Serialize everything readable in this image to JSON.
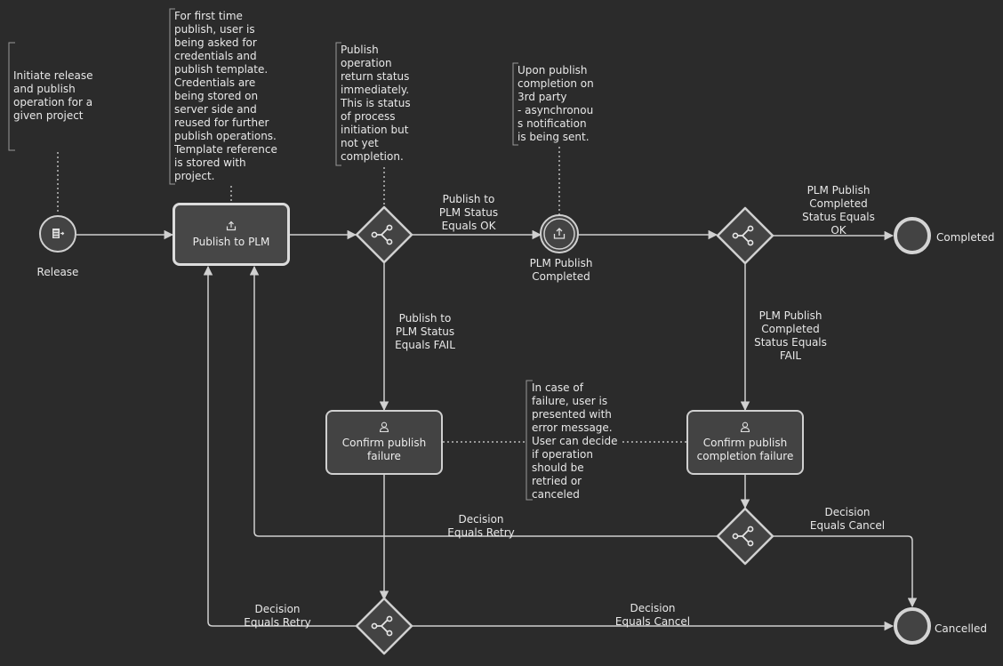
{
  "events": {
    "start": {
      "label": "Release",
      "icon": "message-send-icon"
    },
    "intermediate": {
      "label": "PLM Publish\nCompleted",
      "icon": "upload-icon"
    },
    "end_completed": {
      "label": "Completed"
    },
    "end_cancelled": {
      "label": "Cancelled"
    }
  },
  "tasks": {
    "publish": {
      "label": "Publish to PLM",
      "icon": "upload-icon"
    },
    "confirm_publish_failure": {
      "label": "Confirm publish\nfailure",
      "icon": "user-icon"
    },
    "confirm_completion_failure": {
      "label": "Confirm publish\ncompletion failure",
      "icon": "user-icon"
    }
  },
  "annotations": {
    "release": "Initiate release\nand publish\noperation for a\ngiven project",
    "publish": "For first time\npublish, user is\nbeing asked for\ncredentials and\npublish template.\nCredentials are\nbeing stored on\nserver side and\nreused for further\npublish operations.\nTemplate reference\nis stored with\nproject.",
    "status": "Publish\noperation\nreturn status\nimmediately.\nThis is status\nof process\ninitiation but\nnot yet\ncompletion.",
    "completion": "Upon publish\ncompletion on\n3rd party\n- asynchronou\ns notification\nis being sent.",
    "failure": "In case of\nfailure, user is\npresented with\nerror message.\nUser can decide\nif operation\nshould be\nretried or\ncanceled"
  },
  "flows": {
    "status_ok": "Publish to\nPLM Status\nEquals OK",
    "status_fail": "Publish to\nPLM Status\nEquals FAIL",
    "completed_ok": "PLM Publish\nCompleted\nStatus Equals\nOK",
    "completed_fail": "PLM Publish\nCompleted\nStatus Equals\nFAIL",
    "retry_upper": "Decision\nEquals Retry",
    "cancel_upper": "Decision\nEquals Cancel",
    "retry_lower": "Decision\nEquals Retry",
    "cancel_lower": "Decision\nEquals Cancel"
  },
  "colors": {
    "background": "#2b2b2b",
    "stroke": "#d0d0d0",
    "node_fill": "#434343",
    "text": "#e8e8e8"
  }
}
